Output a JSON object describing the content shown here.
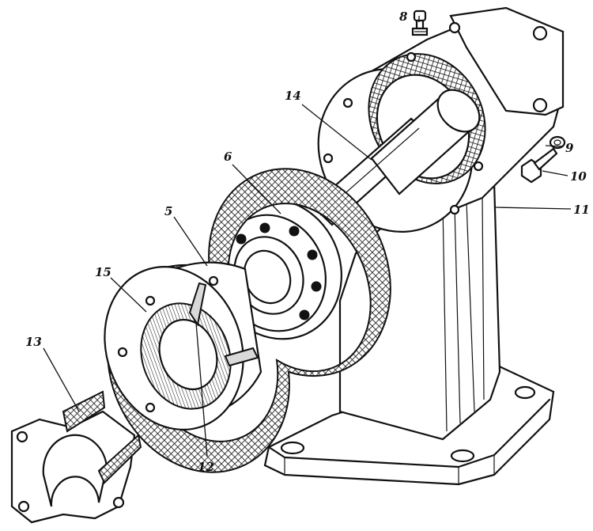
{
  "callouts": {
    "c5": "5",
    "c6": "6",
    "c8": "8",
    "c9": "9",
    "c10": "10",
    "c11": "11",
    "c12": "12",
    "c13": "13",
    "c14": "14",
    "c15": "15"
  },
  "colors": {
    "ink": "#111111",
    "paper": "#ffffff",
    "hatch": "#111111"
  }
}
